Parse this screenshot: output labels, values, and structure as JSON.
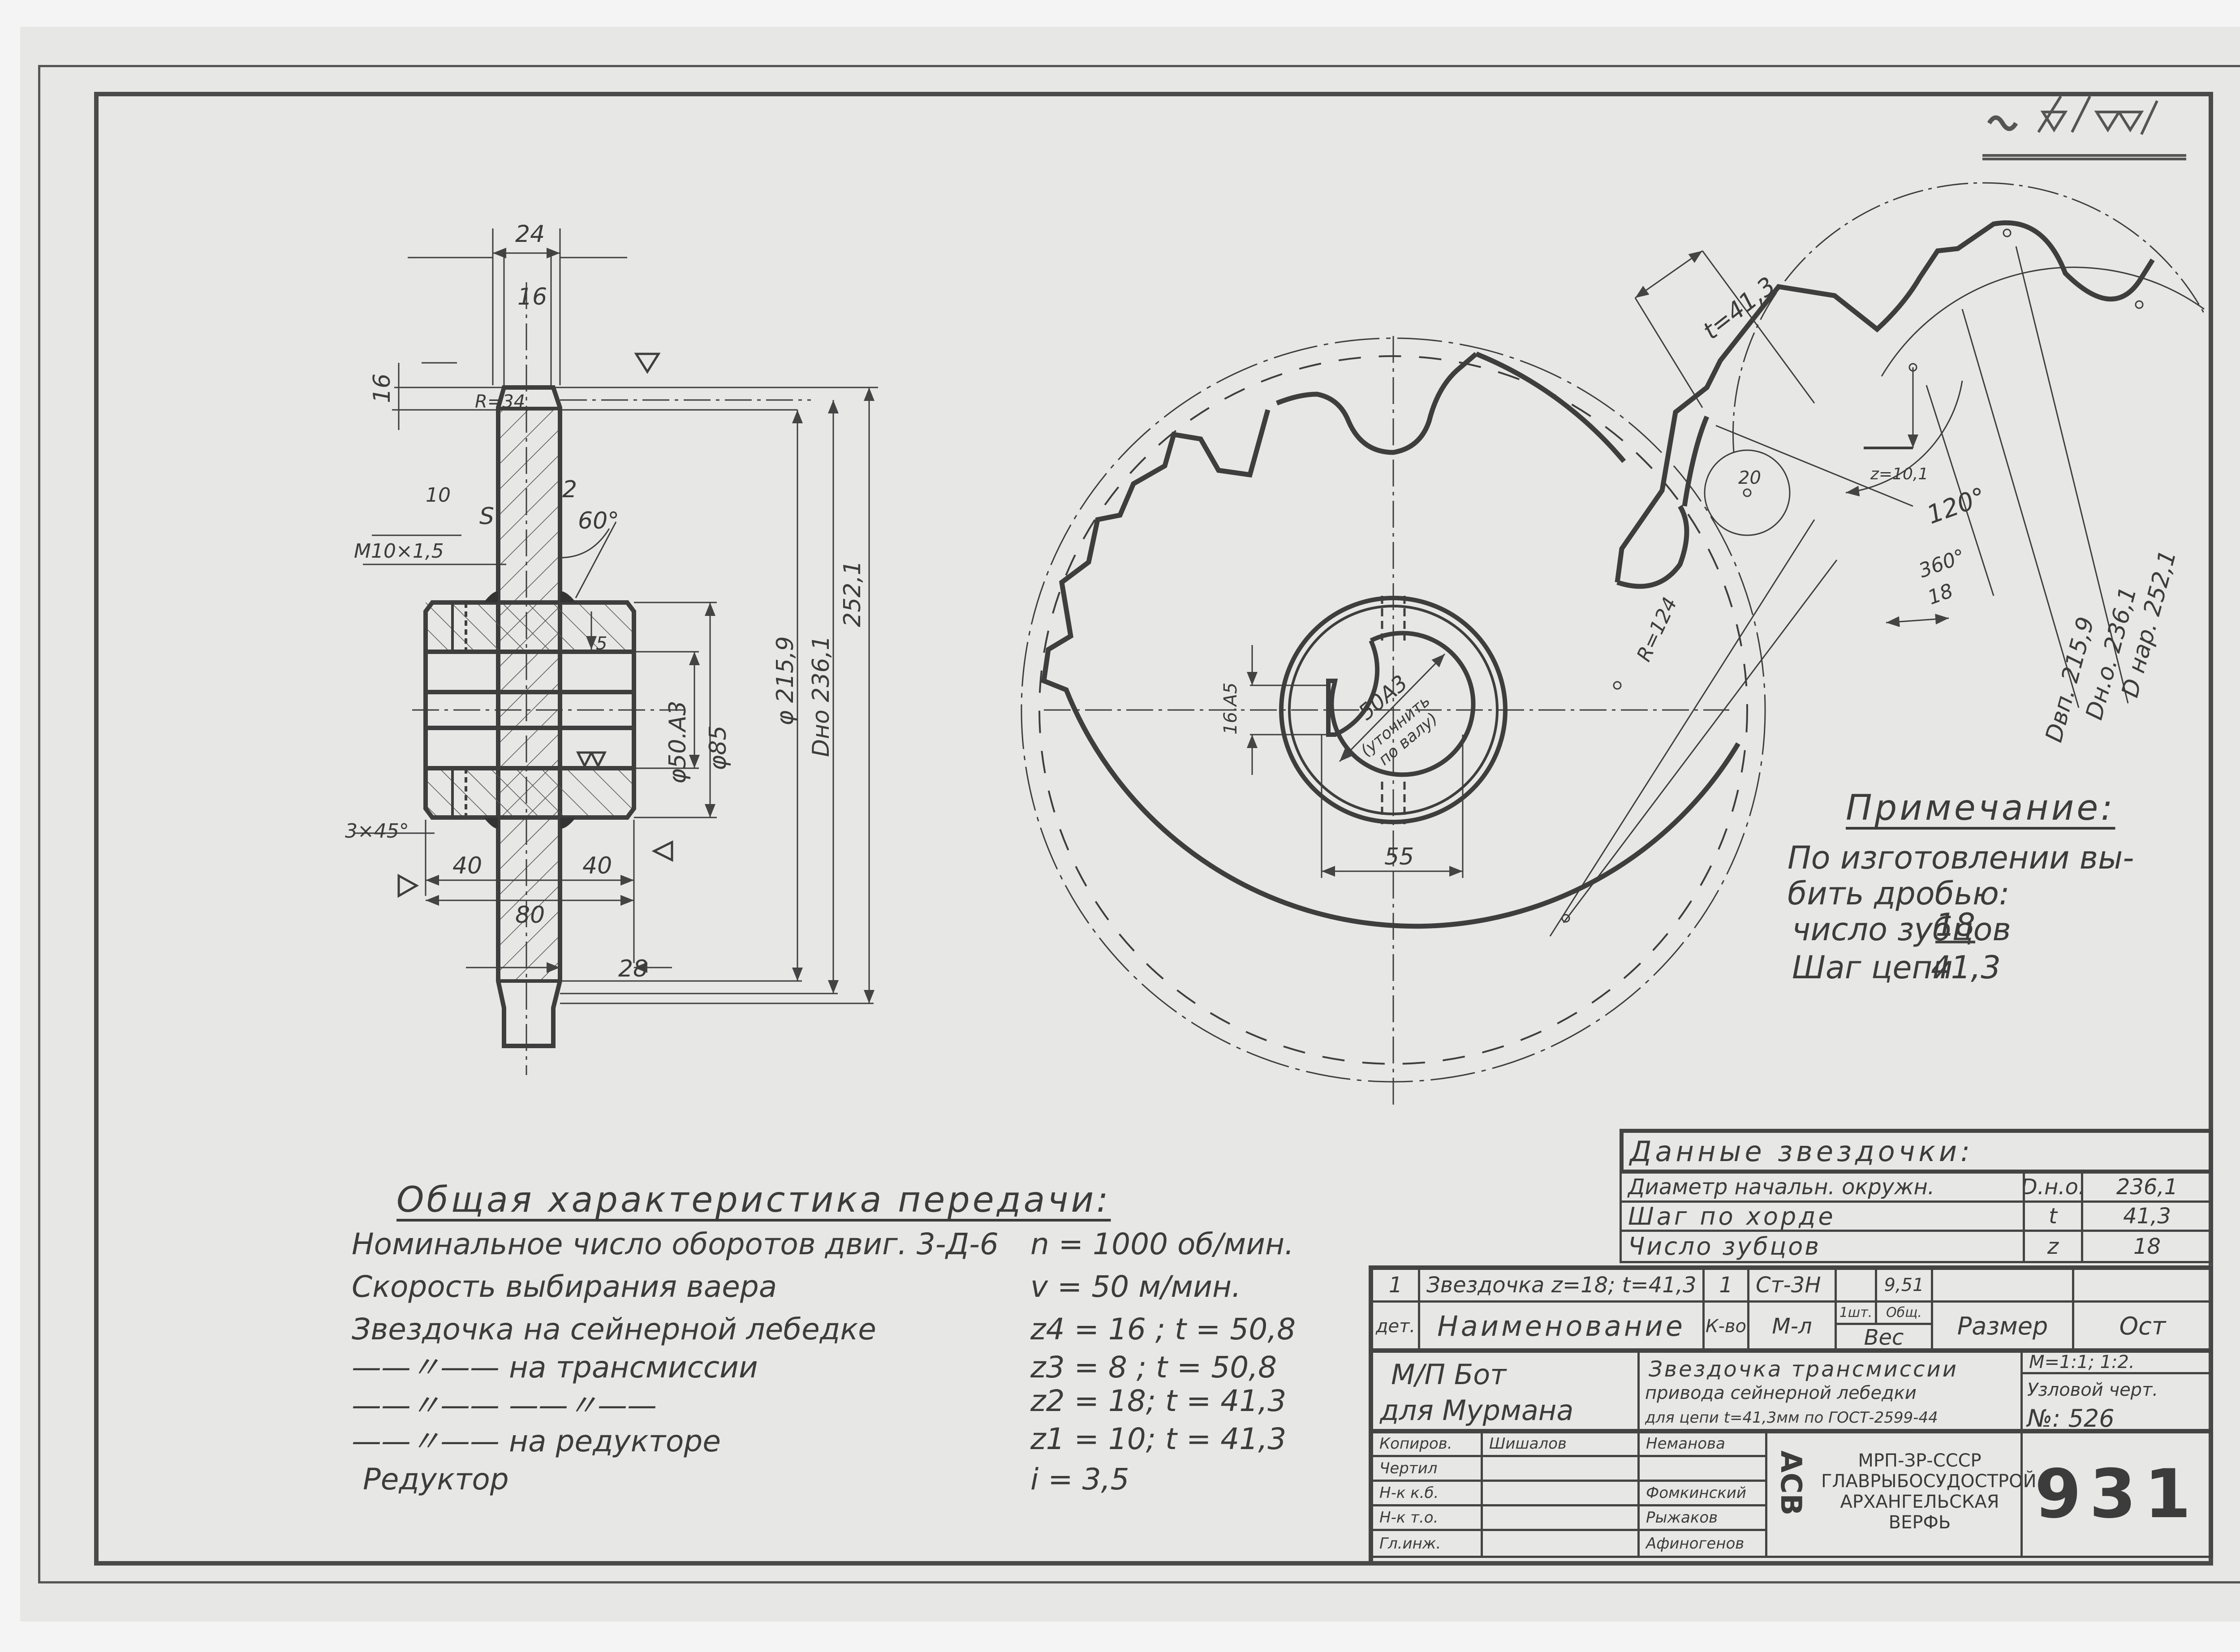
{
  "surface_finish_symbol": "~ / ▽ / ▽▽ /",
  "section_view": {
    "dims": {
      "width_24": "24",
      "width_16": "16",
      "height_16": "16",
      "radius": "R=34",
      "bolt_10": "10",
      "thread": "M10×1,5",
      "weld_s": "S",
      "weld_2": "2",
      "angle": "60°",
      "depth_5": "5",
      "bore": "φ50.A3",
      "hub": "φ85",
      "root_dia": "φ 215,9",
      "pitch_dia": "Dно 236,1",
      "outer_dia": "252,1",
      "chamfer": "3×45°",
      "left_40": "40",
      "right_40": "40",
      "total_80": "80",
      "offset_28": "28",
      "finish_double": "▽▽",
      "finish_single": "▽"
    }
  },
  "front_view": {
    "keyway": "16.A5",
    "bore": "50A3",
    "bore_note_1": "(уточнить",
    "bore_note_2": "по валу)",
    "width_55": "55"
  },
  "tooth_detail": {
    "pitch": "t=41,3",
    "radius_20": "20",
    "chord": "z=10,1",
    "angle_120": "120°",
    "angle_frac_num": "360°",
    "angle_frac_den": "18",
    "radius_124": "R=124",
    "d_root": "Dвп. 215,9",
    "d_pitch": "Dн.о. 236,1",
    "d_outer": "D нар. 252,1"
  },
  "note": {
    "title": "Примечание:",
    "lines": [
      "По изготовлении вы-",
      "бить дробью:"
    ],
    "teeth_label": "число зубцов",
    "teeth_value": "18",
    "pitch_label": "Шаг цепи",
    "pitch_value": "41,3"
  },
  "general": {
    "title": "Общая характеристика передачи:",
    "rows": [
      {
        "label": "Номинальное число оборотов двиг. 3-Д-6",
        "value": "n = 1000 об/мин."
      },
      {
        "label": "Скорость выбирания ваера",
        "value": "v = 50 м/мин."
      },
      {
        "label": "Звездочка на сейнерной лебедке",
        "value": "z4 = 16 ; t = 50,8"
      },
      {
        "label": "——〃—— на трансмиссии",
        "value": "z3 = 8 ; t = 50,8"
      },
      {
        "label": "——〃——    ——〃——",
        "value": "z2 = 18; t = 41,3"
      },
      {
        "label": "——〃—— на редукторе",
        "value": "z1 = 10; t = 41,3"
      },
      {
        "label": "Редуктор",
        "value": "i = 3,5"
      }
    ]
  },
  "sprocket_data": {
    "title": "Данные звездочки:",
    "rows": [
      {
        "name": "Диаметр начальн. окружн.",
        "symbol": "D.н.о.",
        "value": "236,1"
      },
      {
        "name": "Шаг по хорде",
        "symbol": "t",
        "value": "41,3"
      },
      {
        "name": "Число зубцов",
        "symbol": "z",
        "value": "18"
      }
    ]
  },
  "title_block": {
    "part_row": {
      "num": "1",
      "name": "Звездочка z=18; t=41,3",
      "qty": "1",
      "material": "Ст-3Н",
      "weight_unit": "",
      "weight_total": "9,51",
      "size": "",
      "note": ""
    },
    "header_row": {
      "num": "дет.",
      "name": "Наименование",
      "qty": "К-во",
      "material": "М-л",
      "weight_unit": "1шт.",
      "weight_total": "Общ.",
      "weight": "Вес",
      "size": "Размер",
      "note": "Ост"
    },
    "project_1": "М/П Бот",
    "project_2": "для Мурмана",
    "drawing_title_1": "Звездочка трансмиссии",
    "drawing_title_2": "привода сейнерной лебедки",
    "drawing_title_3": "для цепи t=41,3мм по ГОСТ-2599-44",
    "scale": "М=1:1; 1:2.",
    "assembly_label": "Узловой черт.",
    "assembly_num": "№: 526",
    "signatures": [
      {
        "role": "Копиров.",
        "sign": "Шишалов",
        "name": "Неманова"
      },
      {
        "role": "Чертил",
        "sign": "",
        "name": ""
      },
      {
        "role": "Н-к к.б.",
        "sign": "",
        "name": "Фомкинский"
      },
      {
        "role": "Н-к т.о.",
        "sign": "",
        "name": "Рыжаков"
      },
      {
        "role": "Гл.инж.",
        "sign": "",
        "name": "Афиногенов"
      }
    ],
    "logo": "АСВ",
    "org_1": "МРП-ЗР-СССР",
    "org_2": "ГЛАВРЫБОСУДОСТРОЙ",
    "org_3": "АРХАНГЕЛЬСКАЯ",
    "org_4": "ВЕРФЬ",
    "drawing_number": "931"
  }
}
